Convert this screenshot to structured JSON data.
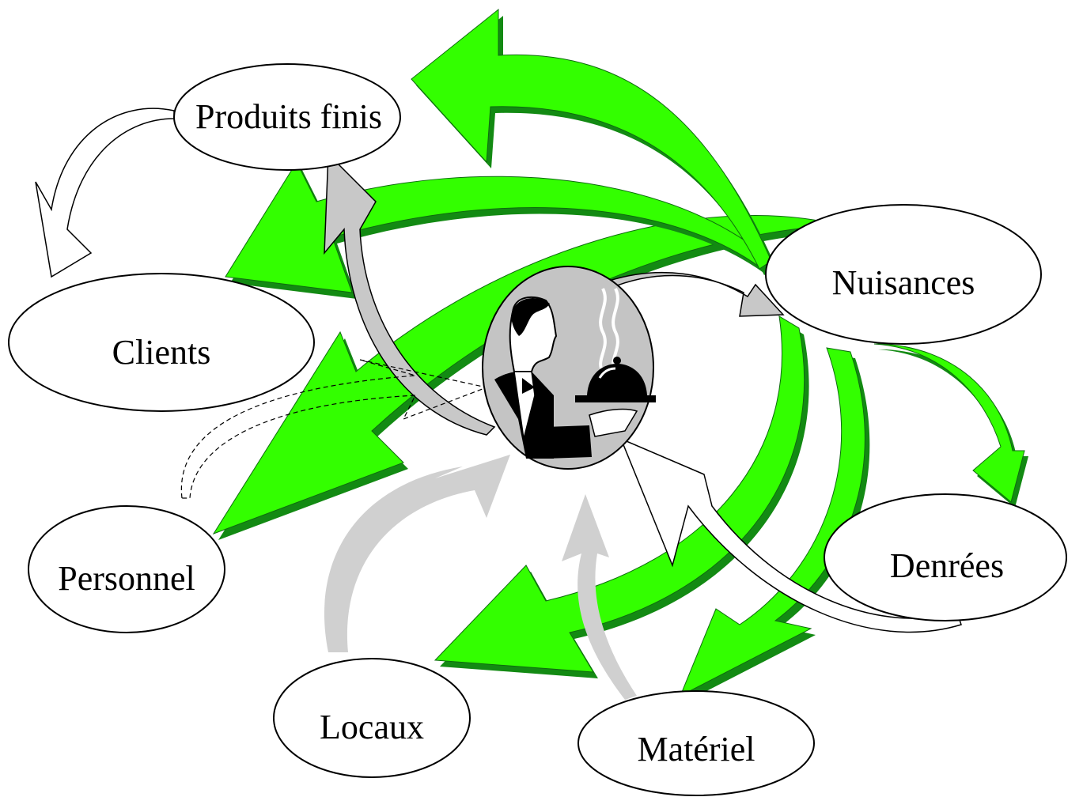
{
  "colors": {
    "green": "#33ff00",
    "green_shadow": "#138a13",
    "grey": "#cccccc",
    "grey_dark": "#9a9a9a",
    "outline": "#000000",
    "background": "#ffffff"
  },
  "nodes": {
    "produits_finis": "Produits finis",
    "clients": "Clients",
    "personnel": "Personnel",
    "locaux": "Locaux",
    "materiel": "Matériel",
    "denrees": "Denrées",
    "nuisances": "Nuisances"
  },
  "center_icon": "waiter-serving-cloche-icon"
}
